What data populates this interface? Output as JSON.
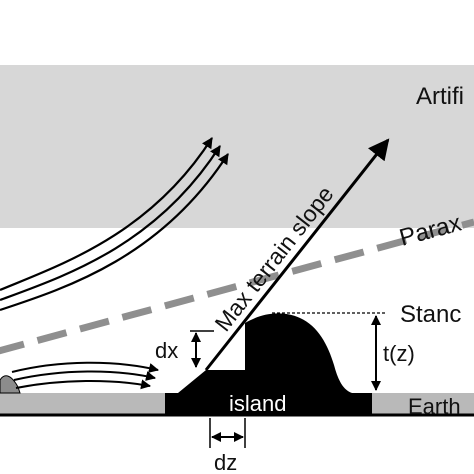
{
  "labels": {
    "artificial": "Artifi",
    "paraxial": "Parax",
    "standard": "Stanc",
    "earth": "Earth",
    "max_terrain_slope": "Max terrain slope",
    "island": "island",
    "dx": "dx",
    "dz": "dz",
    "tz": "t(z)"
  },
  "colors": {
    "artificial_band": "#d7d7d7",
    "earth_band": "#b9b9b9",
    "paraxial_line": "#8f8f8f",
    "ink": "#000000"
  }
}
